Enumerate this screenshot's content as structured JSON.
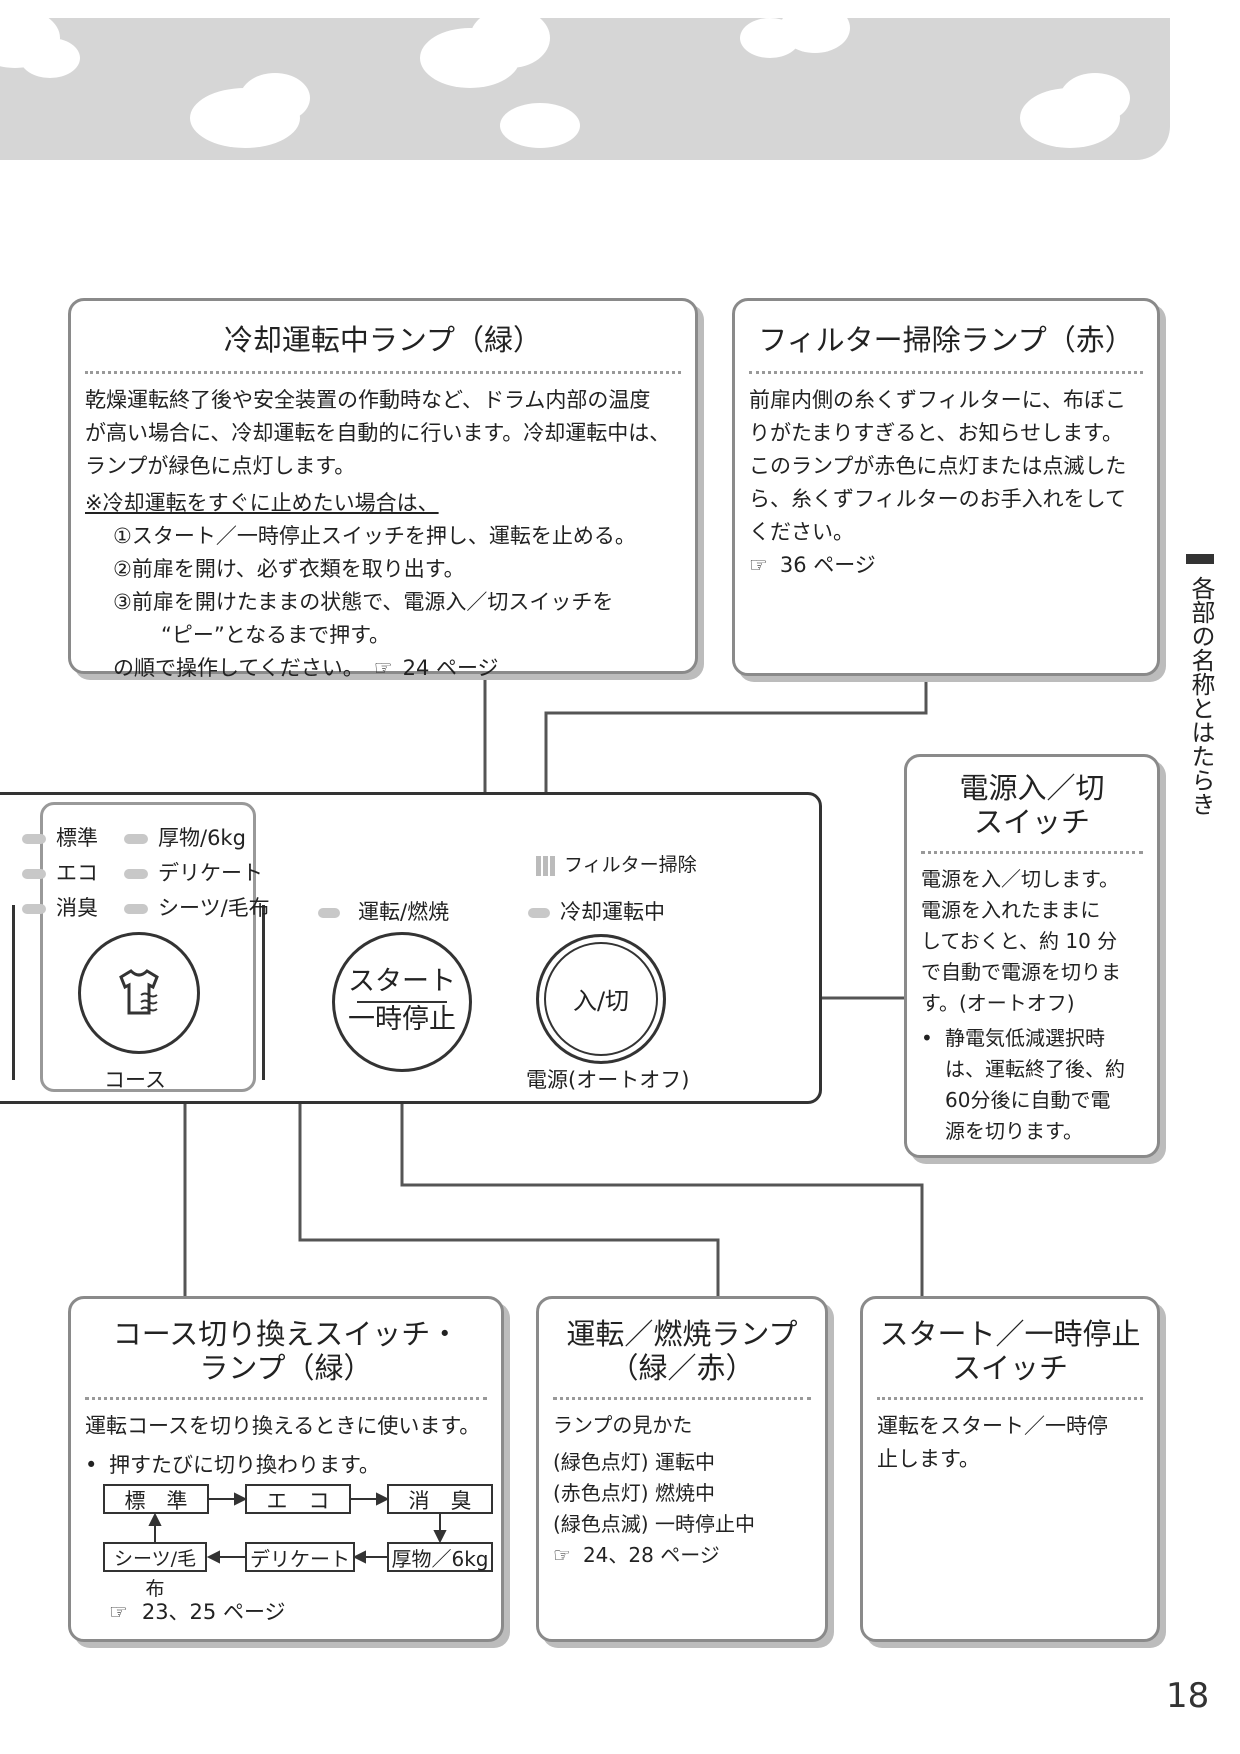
{
  "cooling_box": {
    "title": "冷却運転中ランプ（緑）",
    "desc": [
      "乾燥運転終了後や安全装置の作動時など、ドラム内部の温度",
      "が高い場合に、冷却運転を自動的に行います。冷却運転中は、",
      "ランプが緑色に点灯します。"
    ],
    "note_title": "※冷却運転をすぐに止めたい場合は、",
    "steps": [
      "①スタート／一時停止スイッチを押し、運転を止める。",
      "②前扉を開け、必ず衣類を取り出す。",
      "③前扉を開けたままの状態で、電源入／切スイッチを"
    ],
    "step3_cont": "“ピー”となるまで押す。",
    "closing": "の順で操作してください。",
    "ref": "24 ページ"
  },
  "filter_box": {
    "title": "フィルター掃除ランプ（赤）",
    "desc": [
      "前扉内側の糸くずフィルターに、布ぼこ",
      "りがたまりすぎると、お知らせします。",
      "このランプが赤色に点灯または点滅した",
      "ら、糸くずフィルターのお手入れをして",
      "ください。"
    ],
    "ref": "36 ページ"
  },
  "power_box": {
    "title1": "電源入／切",
    "title2": "スイッチ",
    "desc": [
      "電源を入／切します。",
      "電源を入れたままに",
      "しておくと、約 10 分",
      "で自動で電源を切りま",
      "す。(オートオフ)"
    ],
    "bullet": [
      "静電気低減選択時",
      "は、運転終了後、約",
      "60分後に自動で電",
      "源を切ります。"
    ]
  },
  "course_box": {
    "title1": "コース切り換えスイッチ・",
    "title2": "ランプ（緑）",
    "desc": "運転コースを切り換えるときに使います。",
    "bullet": "押すたびに切り換わります。",
    "flow": [
      "標　準",
      "エ　コ",
      "消　臭",
      "厚物／6kg",
      "デリケート",
      "シーツ/毛布"
    ],
    "ref": "23、25 ページ"
  },
  "run_box": {
    "title1": "運転／燃焼ランプ",
    "title2": "（緑／赤）",
    "lines": [
      "ランプの見かた",
      "(緑色点灯) 運転中",
      "(赤色点灯) 燃焼中",
      "(緑色点滅) 一時停止中"
    ],
    "ref": "24、28 ページ"
  },
  "start_box": {
    "title1": "スタート／一時停止",
    "title2": "スイッチ",
    "desc": [
      "運転をスタート／一時停",
      "止します。"
    ]
  },
  "panel": {
    "courses": [
      "標準",
      "厚物/6kg",
      "エコ",
      "デリケート",
      "消臭",
      "シーツ/毛布"
    ],
    "course_label": "コース",
    "filter_label": "フィルター掃除",
    "cooling_label": "冷却運転中",
    "run_label": "運転/燃焼",
    "start_line1": "スタート",
    "start_line2": "一時停止",
    "power_button": "入/切",
    "power_label": "電源(オートオフ)"
  },
  "side_tab": "各部の名称とはたらき",
  "page_number": "18"
}
